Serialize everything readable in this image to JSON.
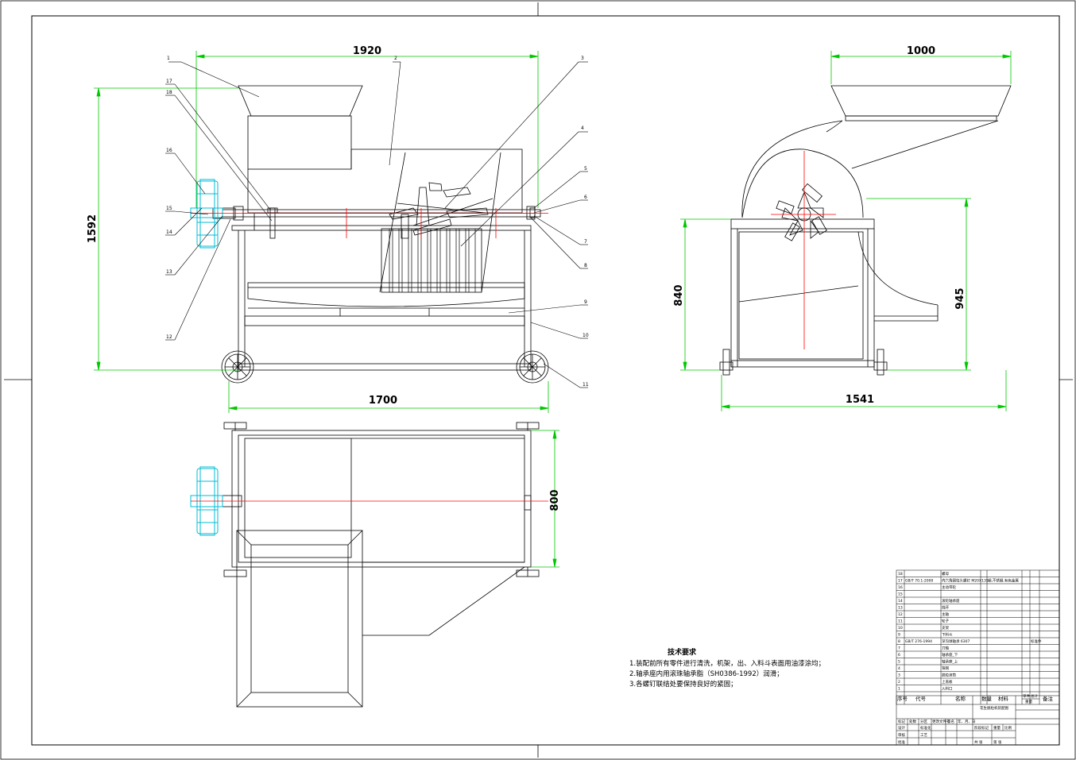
{
  "dimensions": {
    "top_length": "1920",
    "total_height": "1592",
    "wheelbase": "1700",
    "plan_width": "800",
    "side_width": "1000",
    "side_leg_height": "840",
    "side_height": "945",
    "side_base": "1541"
  },
  "part_numbers": [
    "1",
    "2",
    "3",
    "4",
    "5",
    "6",
    "7",
    "8",
    "9",
    "10",
    "11",
    "12",
    "13",
    "14",
    "15",
    "16",
    "17",
    "18"
  ],
  "notes": {
    "title": "技术要求",
    "lines": [
      "1.装配前所有零件进行清洗，机架，出、入料斗表面用油漆涂均；",
      "2.轴承座内用滚珠轴承脂（SH0386-1992）润滑；",
      "3.各螺钉联结处要保持良好的紧固；"
    ]
  },
  "parts_list": [
    {
      "no": "18",
      "code": "",
      "name": "螺母",
      "material": "",
      "note": ""
    },
    {
      "no": "17",
      "code": "GB/T 70.1-2000",
      "name": "内六角圆柱头螺钉 M20X135",
      "material": "钢,不锈钢,有色金属",
      "note": ""
    },
    {
      "no": "16",
      "code": "",
      "name": "主动带轮",
      "material": "",
      "note": ""
    },
    {
      "no": "15",
      "code": "",
      "name": "",
      "material": "",
      "note": ""
    },
    {
      "no": "14",
      "code": "",
      "name": "滚轮轴承座",
      "material": "",
      "note": ""
    },
    {
      "no": "13",
      "code": "",
      "name": "挡环",
      "material": "",
      "note": ""
    },
    {
      "no": "12",
      "code": "",
      "name": "主轴",
      "material": "",
      "note": ""
    },
    {
      "no": "11",
      "code": "",
      "name": "轮子",
      "material": "",
      "note": ""
    },
    {
      "no": "10",
      "code": "",
      "name": "支架",
      "material": "",
      "note": ""
    },
    {
      "no": "9",
      "code": "",
      "name": "下料斗",
      "material": "",
      "note": ""
    },
    {
      "no": "8",
      "code": "GB/T 276-1994",
      "name": "深沟球轴承 6307",
      "material": "",
      "note": "标准件"
    },
    {
      "no": "7",
      "code": "",
      "name": "刀轴",
      "material": "",
      "note": ""
    },
    {
      "no": "6",
      "code": "",
      "name": "轴承座_下",
      "material": "",
      "note": ""
    },
    {
      "no": "5",
      "code": "",
      "name": "轴承座_上",
      "material": "",
      "note": ""
    },
    {
      "no": "4",
      "code": "",
      "name": "筛网",
      "material": "",
      "note": ""
    },
    {
      "no": "3",
      "code": "",
      "name": "脱粒滚筒",
      "material": "",
      "note": ""
    },
    {
      "no": "2",
      "code": "",
      "name": "上盖板",
      "material": "",
      "note": ""
    },
    {
      "no": "1",
      "code": "",
      "name": "入料口",
      "material": "",
      "note": ""
    }
  ],
  "parts_header": {
    "no": "序号",
    "code": "代号",
    "name": "名称",
    "qty": "数量",
    "material": "材料",
    "unit": "单件",
    "total": "总计",
    "weight": "重量",
    "note": "备注"
  },
  "title_block": {
    "drawing_title": "花生脱粒机装配图",
    "cells": [
      "标记",
      "处数",
      "分区",
      "更改文件号",
      "签名",
      "年、月、日",
      "设计",
      "标准化",
      "阶段标记",
      "重量",
      "比例",
      "审核",
      "工艺",
      "批准",
      "共 张",
      "第 张"
    ]
  },
  "colors": {
    "line": "#000000",
    "dimension": "#00c800",
    "center": "#ff0000",
    "pulley": "#00bcd4"
  }
}
